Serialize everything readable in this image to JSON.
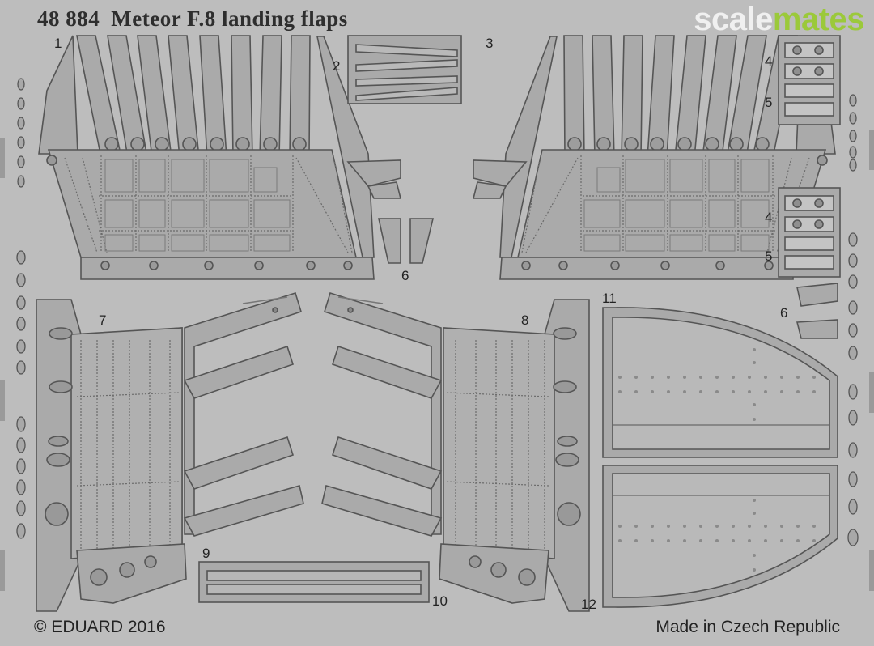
{
  "header": {
    "catalog_number": "48 884",
    "title": "Meteor F.8 landing flaps"
  },
  "watermark": {
    "part1": "scale",
    "part2": "mates",
    "color1": "#f0f0f0",
    "color2": "#9bc93a"
  },
  "part_labels": [
    "1",
    "2",
    "3",
    "4",
    "5",
    "4",
    "5",
    "6",
    "6",
    "7",
    "8",
    "9",
    "10",
    "11",
    "12"
  ],
  "footer": {
    "copyright": "© EDUARD 2016",
    "origin": "Made in Czech Republic"
  },
  "colors": {
    "fret_background": "#bdbdbd",
    "part_fill": "#a9a9a9",
    "outline": "#565656",
    "text": "#222222"
  }
}
